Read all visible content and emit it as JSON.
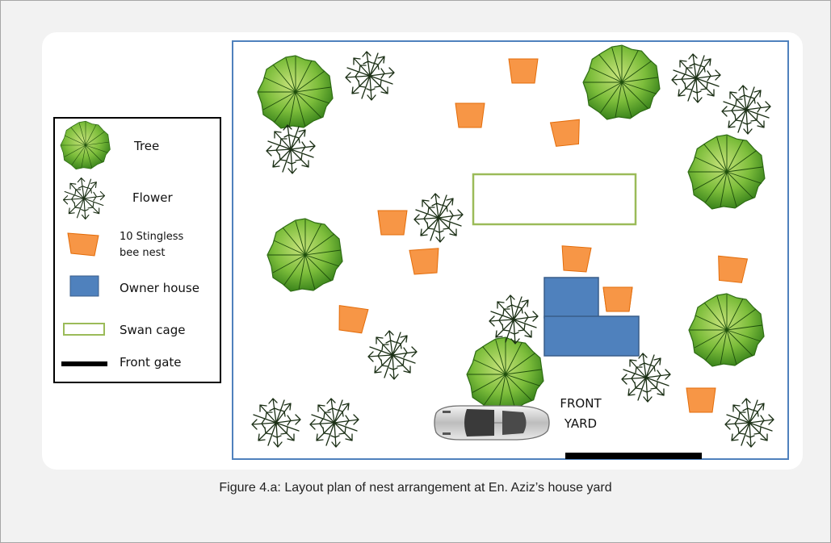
{
  "legend": {
    "tree": "Tree",
    "flower": "Flower",
    "nest_line1": "10 Stingless",
    "nest_line2": "bee nest",
    "house": "Owner house",
    "cage": "Swan cage",
    "gate": "Front gate"
  },
  "yard": {
    "label_line1": "FRONT",
    "label_line2": "YARD"
  },
  "caption": "Figure 4.a: Layout plan of nest arrangement at En. Aziz’s house yard",
  "colors": {
    "boundary": "#4f81bd",
    "nest": "#f79646",
    "house": "#4f81bd",
    "cage": "#9bbb59",
    "tree_dark": "#3f8f1a",
    "tree_light": "#b5dc6a",
    "gate": "#000000"
  },
  "icons": [
    "tree-icon",
    "flower-icon",
    "nest-icon",
    "house-icon",
    "cage-icon",
    "gate-icon",
    "car-icon"
  ]
}
